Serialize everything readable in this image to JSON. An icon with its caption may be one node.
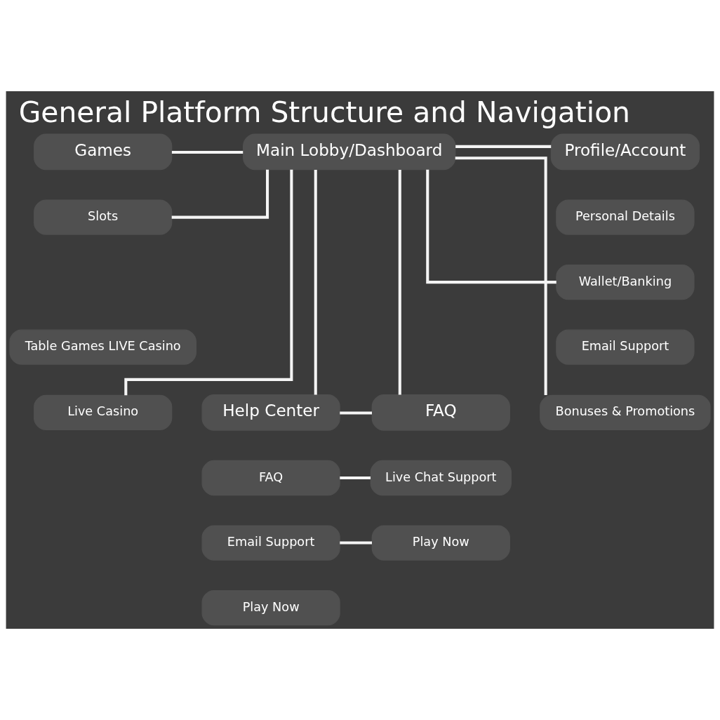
{
  "diagram": {
    "title": "General Platform Structure and Navigation",
    "nodes": [
      {
        "text": [
          "Games"
        ]
      },
      {
        "text": [
          "Main Lobby/Dashboard"
        ]
      },
      {
        "text": [
          "Profile/Account"
        ]
      },
      {
        "text": [
          "Personal Details"
        ]
      },
      {
        "text": [
          "Slots"
        ]
      },
      {
        "text": [
          "Wallet/Banking"
        ]
      },
      {
        "text": [
          "Table Games LIVE Casino"
        ]
      },
      {
        "text": [
          "Email Support"
        ]
      },
      {
        "text": [
          "Live Casino"
        ]
      },
      {
        "text": [
          "Help Center"
        ]
      },
      {
        "text": [
          "FAQ"
        ]
      },
      {
        "text": [
          "Bonuses & Promotions"
        ]
      },
      {
        "text": [
          "FAQ"
        ]
      },
      {
        "text": [
          "Live Chat Support"
        ]
      },
      {
        "text": [
          "Email Support"
        ]
      },
      {
        "text": [
          "Play Now"
        ]
      },
      {
        "text": [
          "Play Now"
        ]
      }
    ],
    "edges": [
      {
        "from": 0,
        "to": 1,
        "arrow": "none"
      },
      {
        "from": 1,
        "to": 2,
        "arrow": "none"
      },
      {
        "from": 1,
        "to": 4,
        "arrow": "none"
      },
      {
        "from": 1,
        "to": 5,
        "arrow": "none"
      },
      {
        "from": 1,
        "to": 8,
        "arrow": "none"
      },
      {
        "from": 1,
        "to": 11,
        "arrow": "none"
      },
      {
        "from": 1,
        "to": 9,
        "arrow": "none"
      },
      {
        "from": 1,
        "to": 10,
        "arrow": "none"
      },
      {
        "from": 9,
        "to": 10,
        "arrow": "none"
      },
      {
        "from": 12,
        "to": 13,
        "arrow": "none"
      },
      {
        "from": 14,
        "to": 15,
        "arrow": "none"
      }
    ]
  }
}
